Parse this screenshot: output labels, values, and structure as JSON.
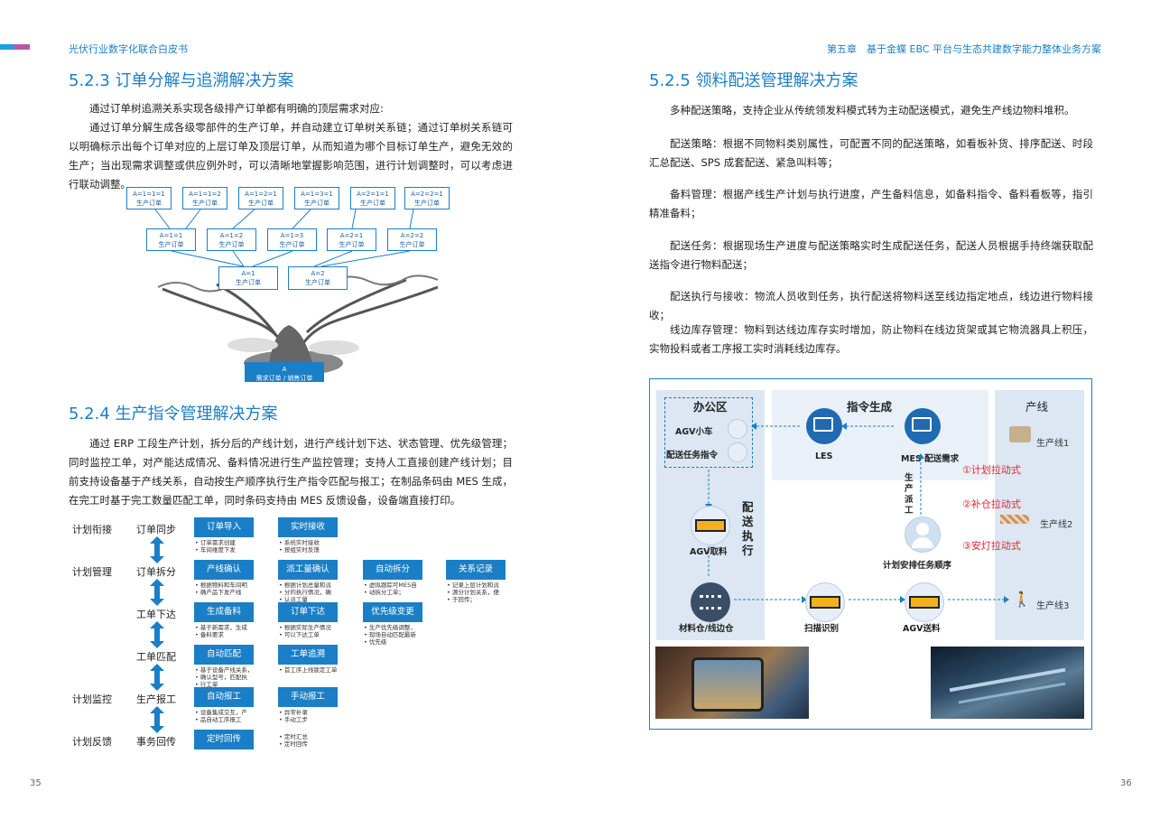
{
  "header": {
    "left_title": "光伏行业数字化联合白皮书",
    "right_title": "第五章　基于金蝶 EBC 平台与生态共建数字能力整体业务方案"
  },
  "left": {
    "s523": {
      "title": "5.2.3 订单分解与追溯解决方案",
      "p1": "通过订单树追溯关系实现各级排产订单都有明确的顶层需求对应:",
      "p2": "通过订单分解生成各级零部件的生产订单，并自动建立订单树关系链；通过订单树关系链可以明确标示出每个订单对应的上层订单及顶层订单，从而知道为哪个目标订单生产，避免无效的生产；当出现需求调整或供应例外时，可以清晰地掌握影响范围，进行计划调整时，可以考虑进行联动调整。"
    },
    "tree": {
      "sub": "生产订单",
      "row1": [
        "A=1=1=1",
        "A=1=1=2",
        "A=1=2=1",
        "A=1=3=1",
        "A=2=1=1",
        "A=2=2=1"
      ],
      "row2": [
        "A=1=1",
        "A=1=2",
        "A=1=3",
        "A=2=1",
        "A=2=2"
      ],
      "row3": [
        "A=1",
        "A=2"
      ],
      "root_code": "A",
      "root_label": "需求订单 / 销售订单"
    },
    "s524": {
      "title": "5.2.4 生产指令管理解决方案",
      "p1": "通过 ERP 工段生产计划，拆分后的产线计划，进行产线计划下达、状态管理、优先级管理；同时监控工单，对产能达成情况、备料情况进行生产监控管理；支持人工直接创建产线计划；目前支持设备基于产线关系，自动按生产顺序执行生产指令匹配与报工；在制品条码由 MES 生成，在完工时基于完工数量匹配工单，同时条码支持由 MES 反馈设备，设备端直接打印。"
    },
    "flow": {
      "levels": [
        "计划衔接",
        "计划管理",
        "计划监控",
        "计划反馈"
      ],
      "steps": [
        "订单同步",
        "订单拆分",
        "工单下达",
        "工单匹配",
        "生产报工",
        "事务回传"
      ],
      "boxes": {
        "b1": "订单导入",
        "b2": "实时接收",
        "b3": "产线确认",
        "b4": "派工量确认",
        "b5": "自动拆分",
        "b6": "关系记录",
        "b7": "生成备料",
        "b8": "订单下达",
        "b9": "优先级变更",
        "b10": "自动匹配",
        "b11": "工单追溯",
        "b12": "自动报工",
        "b13": "手动报工",
        "b14": "定时回传"
      },
      "notes": {
        "n1": [
          "订单需求创建",
          "车间维度下发"
        ],
        "n2": [
          "系统实时接收",
          "按组实时反馈"
        ],
        "n3": [
          "根据物料和车间明",
          "确产品下发产线"
        ],
        "n4": [
          "根据计划总量和派",
          "分的执行情况，确",
          "认派工量"
        ],
        "n5": [
          "虚拟跟踪可MES自",
          "动拆分工单；"
        ],
        "n6": [
          "记录上层计划和派",
          "源分计划关系，便",
          "于回传；"
        ],
        "n7": [
          "基于新需求，生成",
          "备料要求"
        ],
        "n8": [
          "根据实际生产情况",
          "可以下达工单"
        ],
        "n9": [
          "生产优先级调整，",
          "现场自动匹配最新",
          "优先级"
        ],
        "n10": [
          "基于设备产线关系，",
          "确认型号，匹配执",
          "行工单"
        ],
        "n11": [
          "首工序上线锁定工单"
        ],
        "n12": [
          "设备集成交互，产",
          "品自动工序报工"
        ],
        "n13": [
          "异常补录",
          "手动工步"
        ],
        "n14": [
          "定时汇总",
          "定时回传"
        ]
      }
    },
    "page_number": "35"
  },
  "right": {
    "s525": {
      "title": "5.2.5 领料配送管理解决方案",
      "p1": "多种配送策略，支持企业从传统领发料模式转为主动配送模式，避免生产线边物料堆积。",
      "p2": "配送策略：根据不同物料类别属性，可配置不同的配送策略，如看板补货、排序配送、时段汇总配送、SPS 成套配送、紧急叫料等；",
      "p3": "备料管理：根据产线生产计划与执行进度，产生备料信息，如备料指令、备料看板等，指引精准备料；",
      "p4": "配送任务：根据现场生产进度与配送策略实时生成配送任务，配送人员根据手持终端获取配送指令进行物料配送；",
      "p5": "配送执行与接收：物流人员收到任务，执行配送将物料送至线边指定地点，线边进行物料接收；",
      "p6": "线边库存管理：物料到达线边库存实时增加，防止物料在线边货架或其它物流器具上积压，实物投料或者工序报工实时消耗线边库存。"
    },
    "diagram": {
      "office": "办公区",
      "instruction": "指令生成",
      "line": "产线",
      "agv_car": "AGV小车",
      "delivery_cmd": "配送任务指令",
      "les": "LES",
      "mes": "MES 配送需求",
      "production_dispatch": "生产派工",
      "delivery_exec": "配送执行",
      "agv_pick": "AGV取料",
      "plan": "计划安排任务顺序",
      "warehouse": "材料仓/线边仓",
      "scan": "扫描识别",
      "agv_send": "AGV送料",
      "line1": "生产线1",
      "line2": "生产线2",
      "line3": "生产线3",
      "pull1": "①计划拉动式",
      "pull2": "②补仓拉动式",
      "pull3": "③安灯拉动式"
    },
    "page_number": "36"
  },
  "colors": {
    "accent": "#1a7fc6",
    "zone": "#dce7f3",
    "red": "#e0242b"
  }
}
